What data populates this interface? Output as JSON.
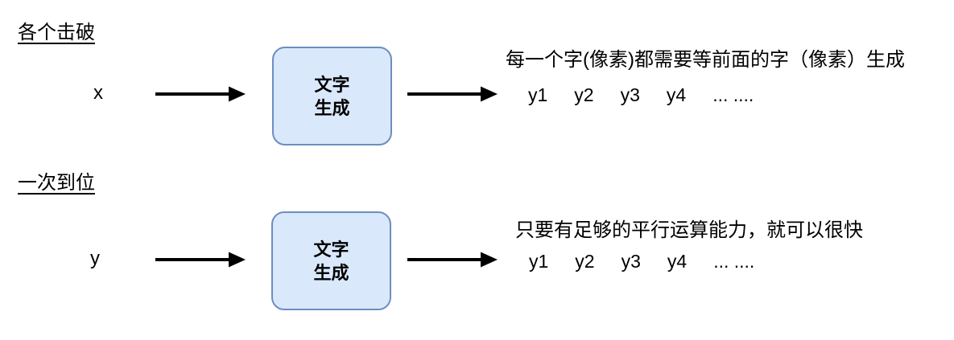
{
  "diagram": {
    "background": "#ffffff",
    "box_fill": "#dae8fc",
    "box_border": "#6c8ebf",
    "arrow_color": "#000000",
    "rows": [
      {
        "heading": "各个击破",
        "input_label": "x",
        "box_label_line1": "文字",
        "box_label_line2": "生成",
        "output_caption": "每一个字(像素)都需要等前面的字（像素）生成",
        "output_tokens": [
          "y1",
          "y2",
          "y3",
          "y4",
          "... ...."
        ]
      },
      {
        "heading": "一次到位",
        "input_label": "y",
        "box_label_line1": "文字",
        "box_label_line2": "生成",
        "output_caption": "只要有足够的平行运算能力，就可以很快",
        "output_tokens": [
          "y1",
          "y2",
          "y3",
          "y4",
          "... ...."
        ]
      }
    ]
  }
}
